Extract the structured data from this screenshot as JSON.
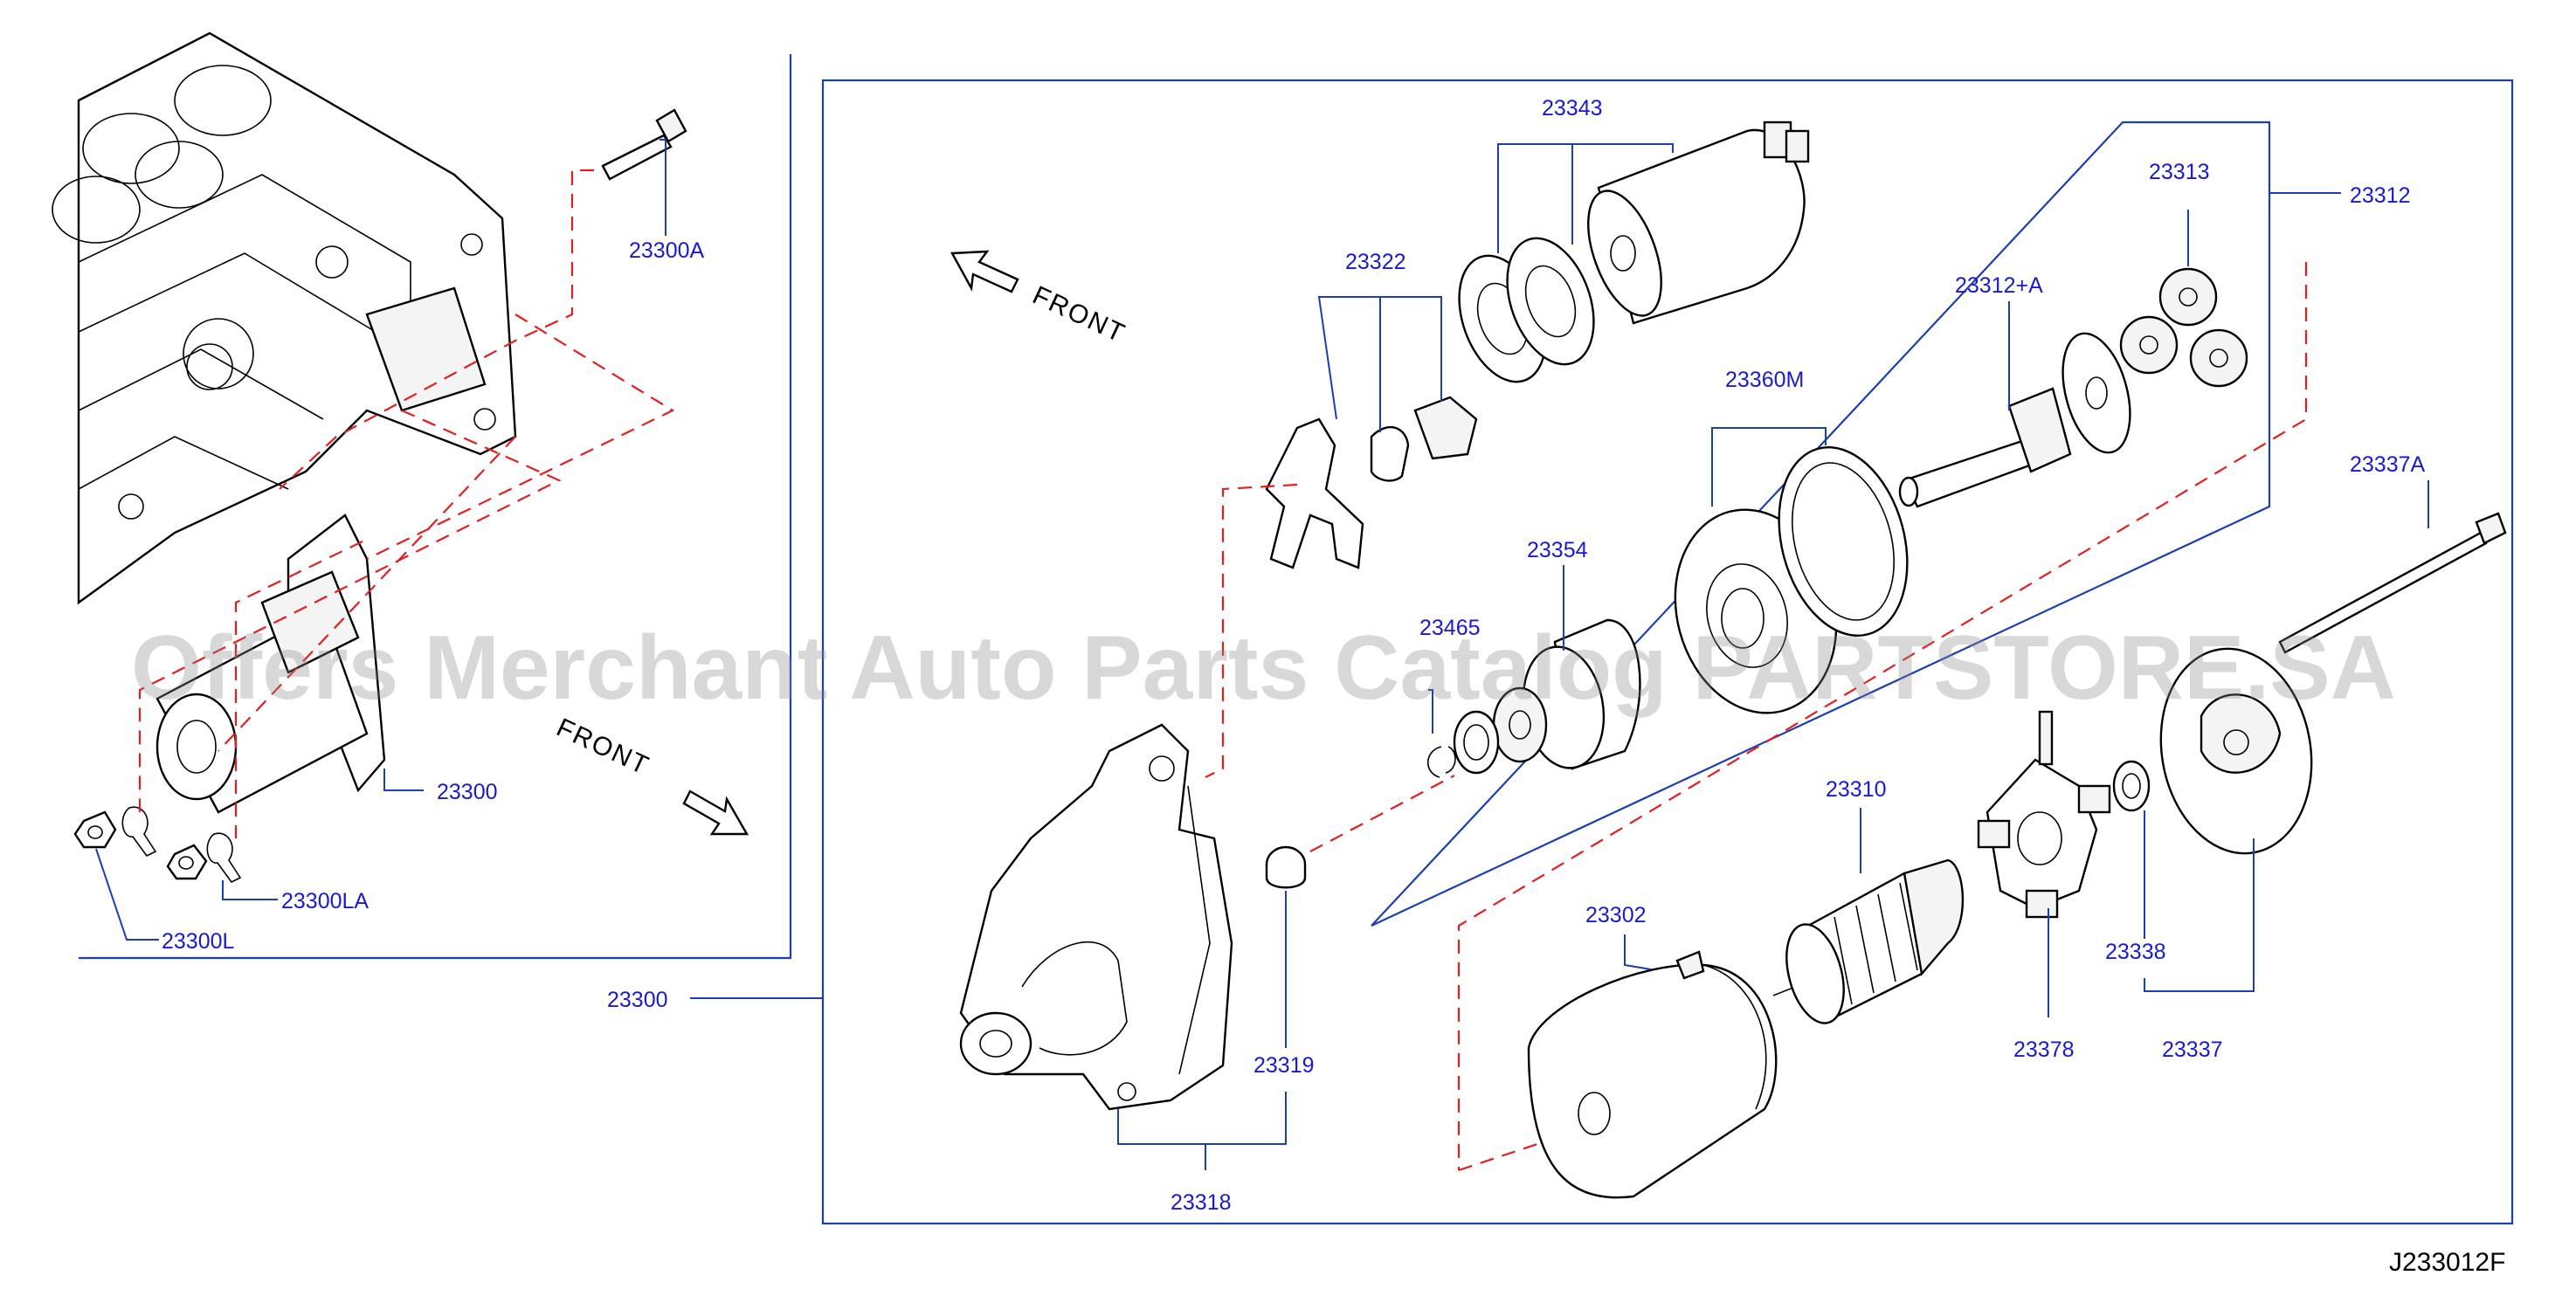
{
  "diagram": {
    "callouts": {
      "c23300A": "23300A",
      "c23300": "23300",
      "c23300LA": "23300LA",
      "c23300L": "23300L",
      "c23300_main": "23300",
      "c23343": "23343",
      "c23322": "23322",
      "c23313": "23313",
      "c23312": "23312",
      "c23312A": "23312+A",
      "c23360M": "23360M",
      "c23337A": "23337A",
      "c23354": "23354",
      "c23465": "23465",
      "c23310": "23310",
      "c23302": "23302",
      "c23338": "23338",
      "c23378": "23378",
      "c23337": "23337",
      "c23319": "23319",
      "c23318": "23318"
    },
    "front_left": "FRONT",
    "front_right": "FRONT",
    "figure_code": "J233012F",
    "watermark": "Offers Merchant Auto Parts Catalog PARTSTORE.SA"
  },
  "colors": {
    "callout_text": "#1a1acd",
    "leader_line": "#1c3fb0",
    "dashed_guide": "#e02020",
    "outline": "#000000",
    "background": "#ffffff"
  }
}
